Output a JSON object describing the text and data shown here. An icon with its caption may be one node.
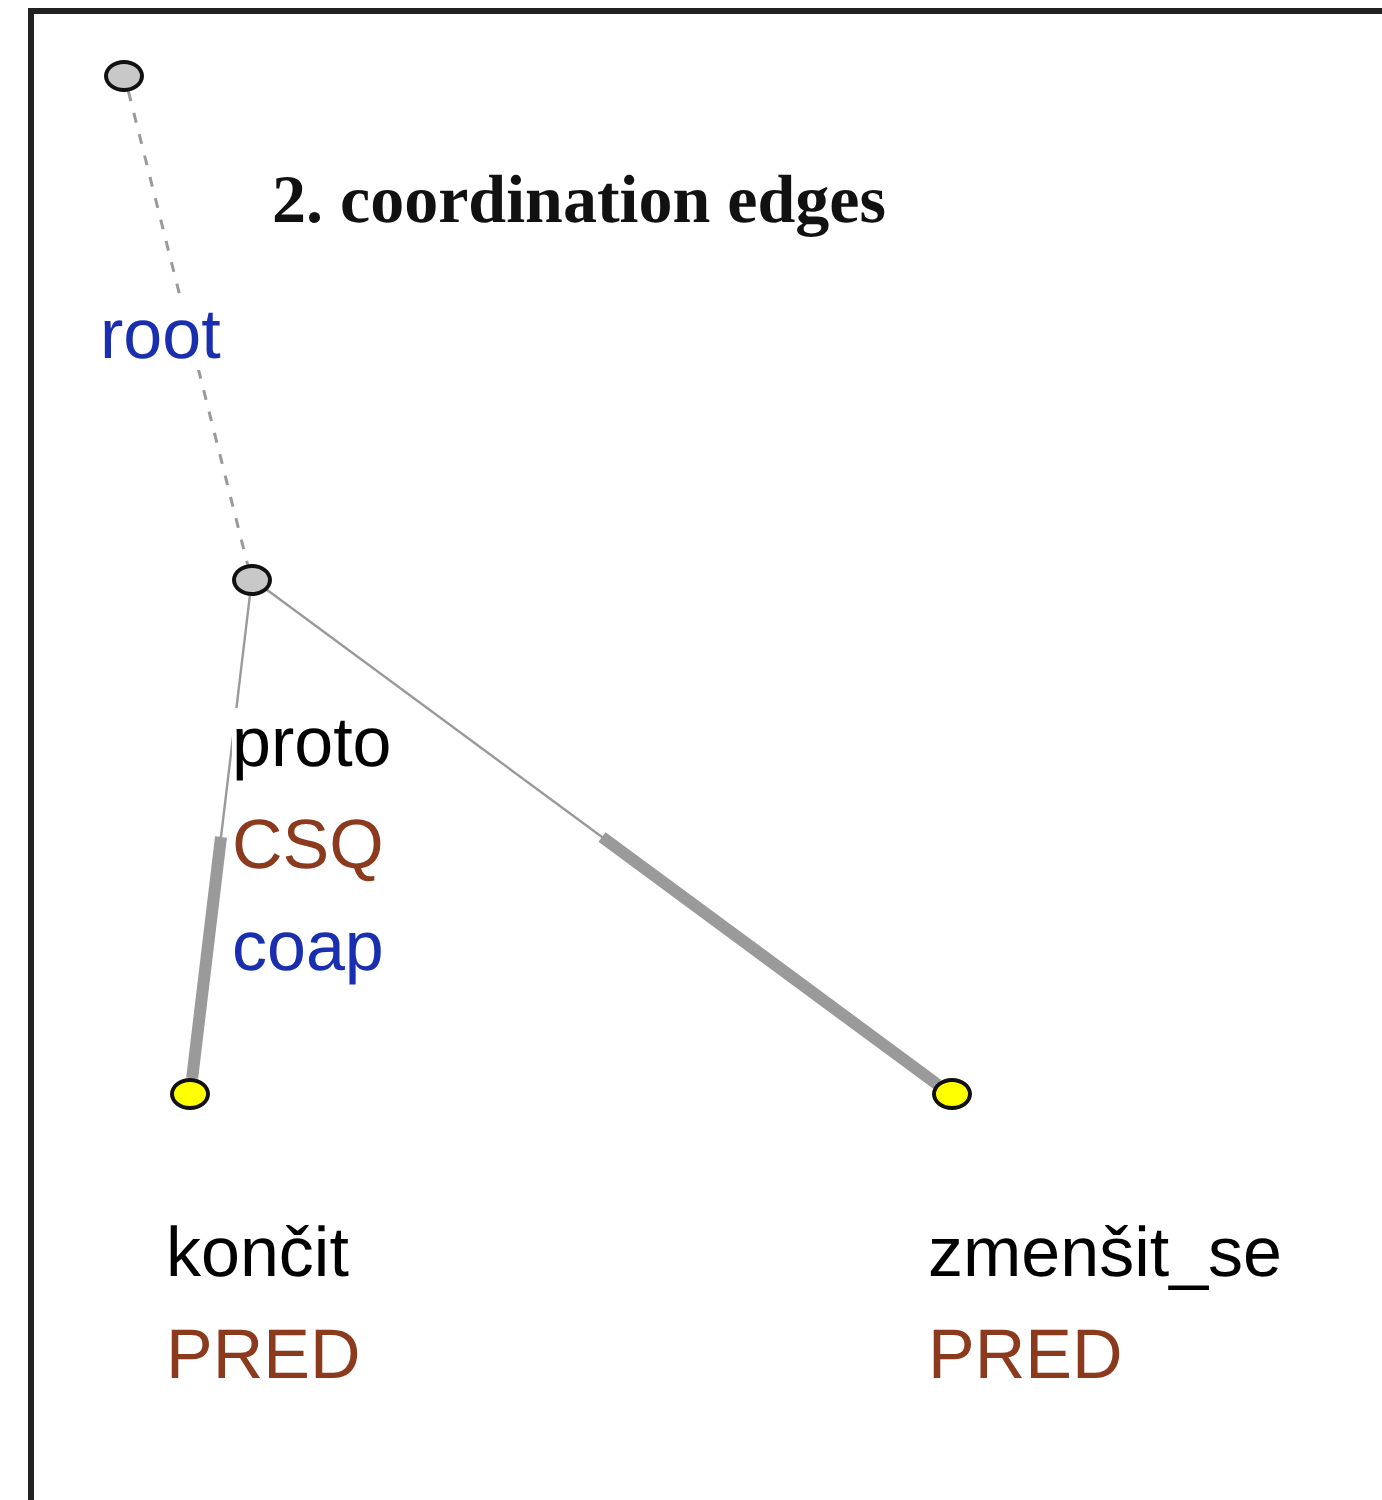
{
  "diagram": {
    "title": "2. coordination edges",
    "nodes": [
      {
        "text": [],
        "shape": "circle",
        "beside": [
          "root"
        ]
      },
      {
        "text": [],
        "shape": "circle",
        "beside": [
          "proto",
          "CSQ",
          "coap"
        ]
      },
      {
        "text": [],
        "shape": "circle",
        "beside": [
          "končit",
          "PRED"
        ]
      },
      {
        "text": [],
        "shape": "circle",
        "beside": [
          "zmenšit_se",
          "PRED"
        ]
      }
    ],
    "edges": [
      {
        "from": 0,
        "to": 1,
        "arrow": "none",
        "style": "dashed"
      },
      {
        "from": 1,
        "to": 2,
        "arrow": "none",
        "style": "thick"
      },
      {
        "from": 1,
        "to": 3,
        "arrow": "none",
        "style": "thick"
      }
    ]
  }
}
